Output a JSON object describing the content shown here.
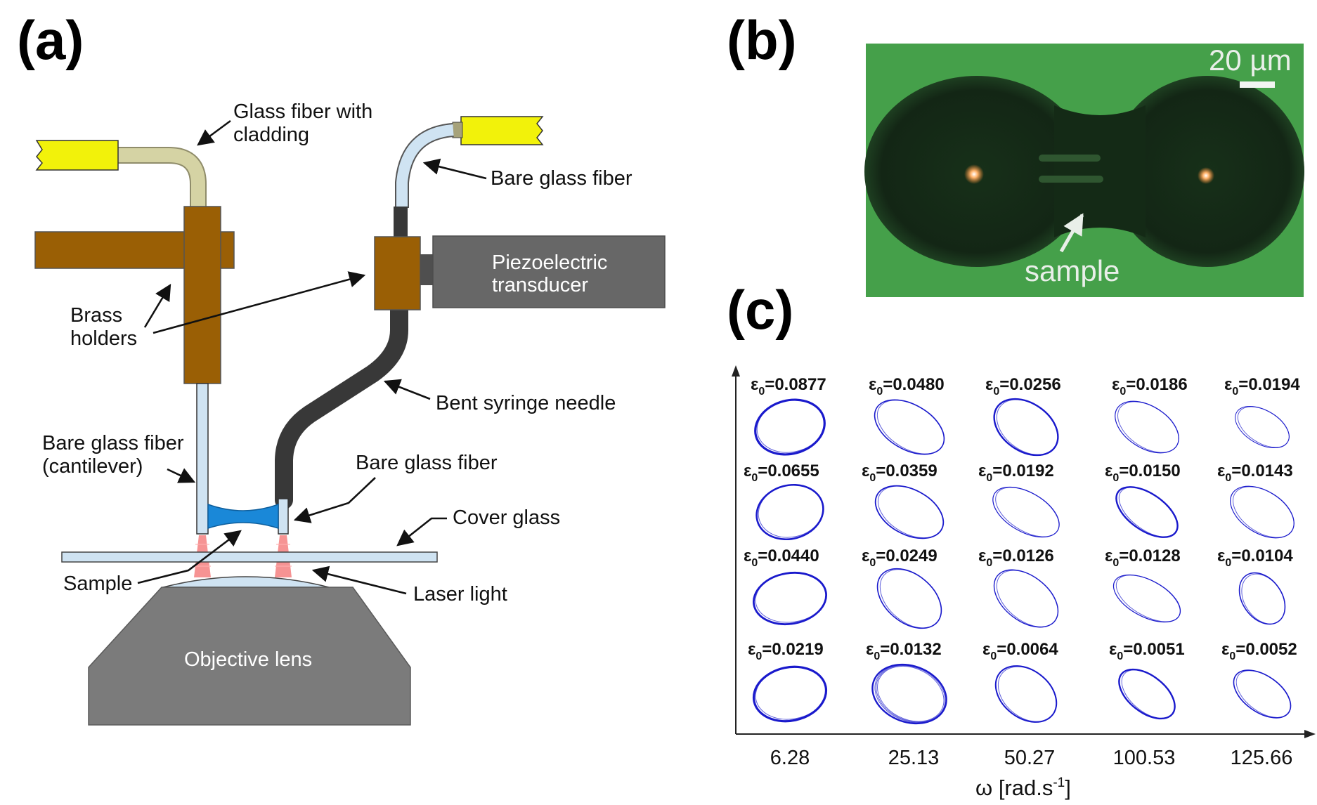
{
  "panels": {
    "a": "(a)",
    "b": "(b)",
    "c": "(c)"
  },
  "setup": {
    "glass_fiber_with_cladding": [
      "Glass fiber with",
      "cladding"
    ],
    "bare_glass_fiber_top": "Bare glass fiber",
    "piezoelectric_transducer": [
      "Piezoelectric",
      "transducer"
    ],
    "brass_holders": [
      "Brass",
      "holders"
    ],
    "bent_syringe_needle": "Bent syringe needle",
    "bare_glass_fiber_cantilever": [
      "Bare glass fiber",
      "(cantilever)"
    ],
    "bare_glass_fiber_right": "Bare glass fiber",
    "cover_glass": "Cover glass",
    "sample": "Sample",
    "laser_light": "Laser light",
    "objective_lens": "Objective lens"
  },
  "micrograph": {
    "scale_bar": "20 µm",
    "sample_label": "sample",
    "colors": {
      "background": "#3f9a44",
      "droplet": "#152a18"
    }
  },
  "loops": {
    "symbol": "ε",
    "subscript": "0",
    "x_labels": [
      "6.28",
      "25.13",
      "50.27",
      "100.53",
      "125.66"
    ],
    "x_axis_title": "ω [rad.s",
    "x_axis_title_sup": "-1",
    "x_axis_title_end": "]",
    "strain_rows": [
      [
        "0.0877",
        "0.0480",
        "0.0256",
        "0.0186",
        "0.0194"
      ],
      [
        "0.0655",
        "0.0359",
        "0.0192",
        "0.0150",
        "0.0143"
      ],
      [
        "0.0440",
        "0.0249",
        "0.0126",
        "0.0128",
        "0.0104"
      ],
      [
        "0.0219",
        "0.0132",
        "0.0064",
        "0.0051",
        "0.0052"
      ]
    ],
    "loop_color": "#1a1acc"
  },
  "colors": {
    "brass": "#9a5f05",
    "connector": "#f2f20a",
    "bare_fiber": "#cfe3f2",
    "clad_fiber": "#d5d3a4",
    "needle": "#383838",
    "transducer": "#676767",
    "lens": "#7b7b7b",
    "sample_fluid": "#1a88d8",
    "laser": "#ee3a3a"
  }
}
